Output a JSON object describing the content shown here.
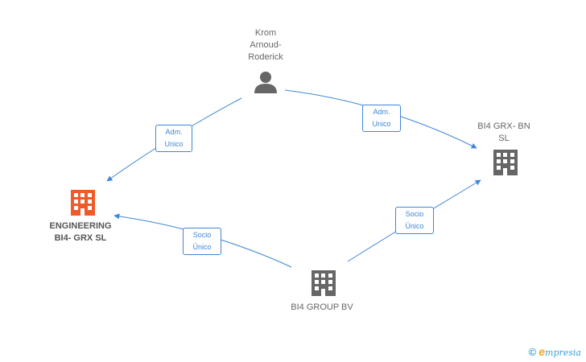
{
  "nodes": {
    "person": {
      "label_lines": [
        "Krom",
        "Arnoud-",
        "Roderick"
      ],
      "icon": "person-icon",
      "color": "#666666"
    },
    "bi4_grx_bn": {
      "label_lines": [
        "BI4 GRX- BN",
        "SL"
      ],
      "icon": "building-icon",
      "color": "#666666"
    },
    "engineering": {
      "label_lines": [
        "ENGINEERING",
        "BI4- GRX SL"
      ],
      "icon": "building-icon",
      "color": "#f05a28"
    },
    "bi4_group": {
      "label_lines": [
        "BI4 GROUP BV"
      ],
      "icon": "building-icon",
      "color": "#666666"
    }
  },
  "edges": {
    "person_to_engineering": {
      "lines": [
        "Adm.",
        "Unico"
      ]
    },
    "person_to_bn": {
      "lines": [
        "Adm.",
        "Unico"
      ]
    },
    "group_to_engineering": {
      "lines": [
        "Socio",
        "Único"
      ]
    },
    "group_to_bn": {
      "lines": [
        "Socio",
        "Único"
      ]
    }
  },
  "colors": {
    "edge": "#3f86d6"
  },
  "footer": {
    "copyright_symbol": "©",
    "brand_initial": "e",
    "brand_rest": "mpresia"
  }
}
